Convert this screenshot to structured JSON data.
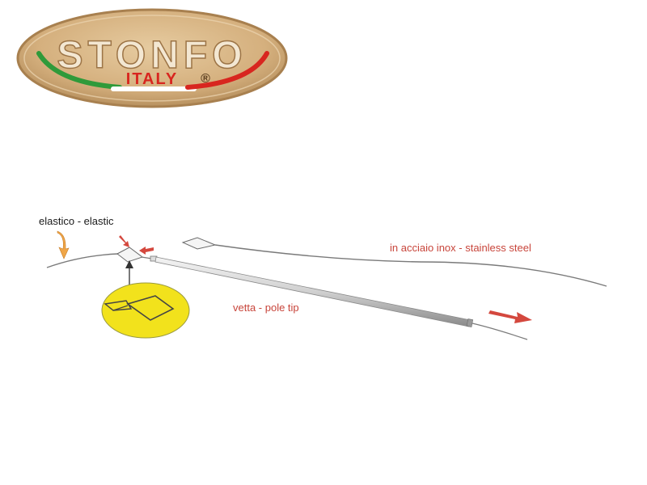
{
  "logo": {
    "brand": "STONFO",
    "country": "ITALY",
    "registered_mark": "®",
    "colors": {
      "oval_fill": "#d9b98a",
      "oval_edge": "#a8804f",
      "brand_text": "#f3e7d2",
      "italy_green": "#2f9a3a",
      "italy_red": "#d8261f",
      "italy_white": "#ffffff"
    }
  },
  "diagram": {
    "labels": {
      "elastic": "elastico - elastic",
      "steel": "in acciaio inox - stainless steel",
      "pole_tip": "vetta - pole tip"
    },
    "colors": {
      "label_dark": "#1a1a1a",
      "label_red": "#c8453b",
      "line": "#7a7a7a",
      "arrow_orange": "#f0a648",
      "arrow_red": "#d4483e",
      "magnifier_fill": "#f2e21c"
    }
  }
}
